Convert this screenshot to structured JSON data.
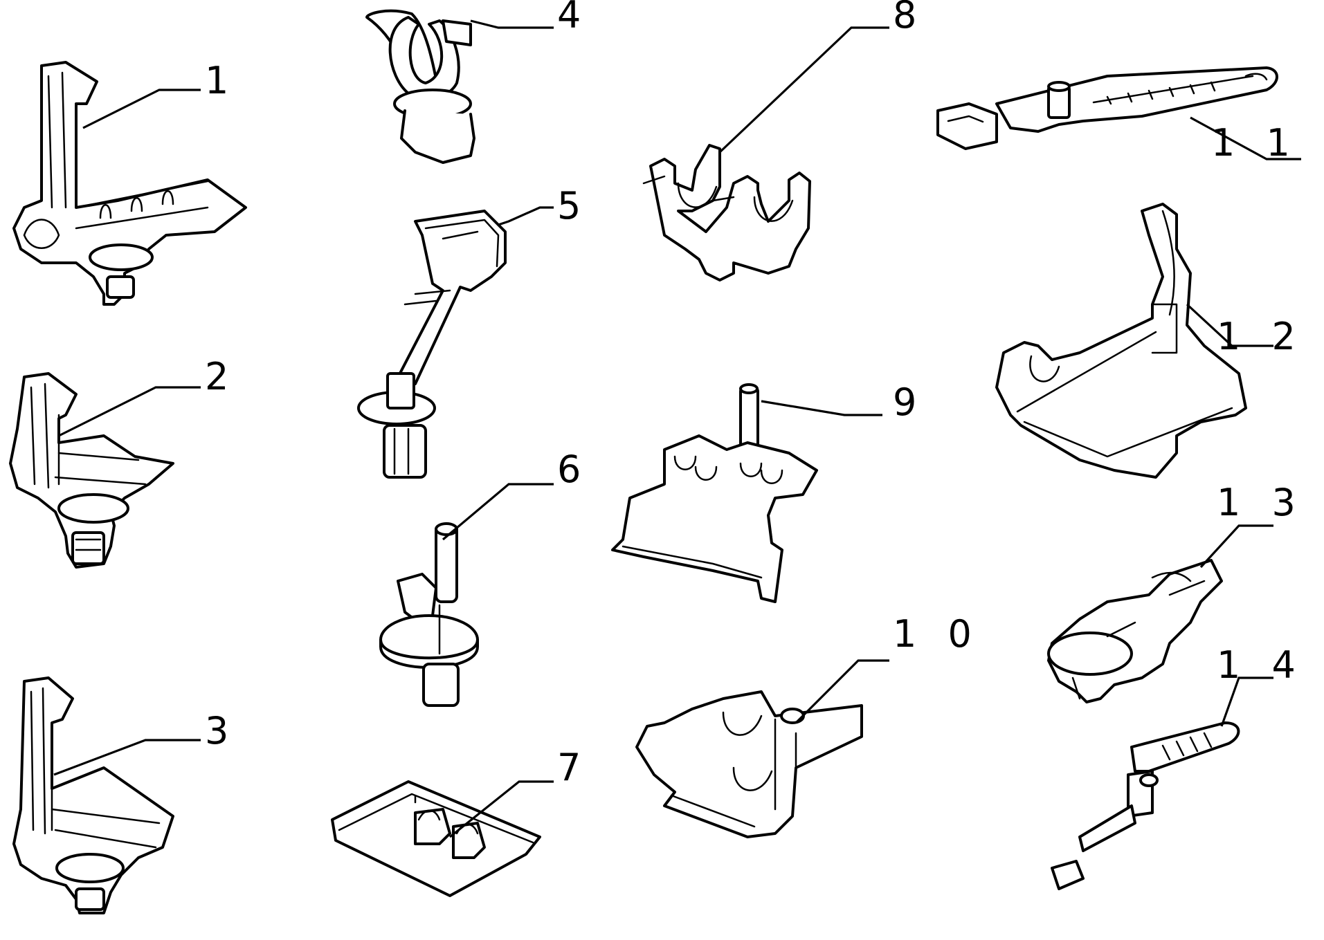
{
  "callouts": [
    "1",
    "2",
    "3",
    "4",
    "5",
    "6",
    "7",
    "8",
    "9",
    "1 0",
    "1 1",
    "1 2",
    "1 3",
    "1 4"
  ]
}
